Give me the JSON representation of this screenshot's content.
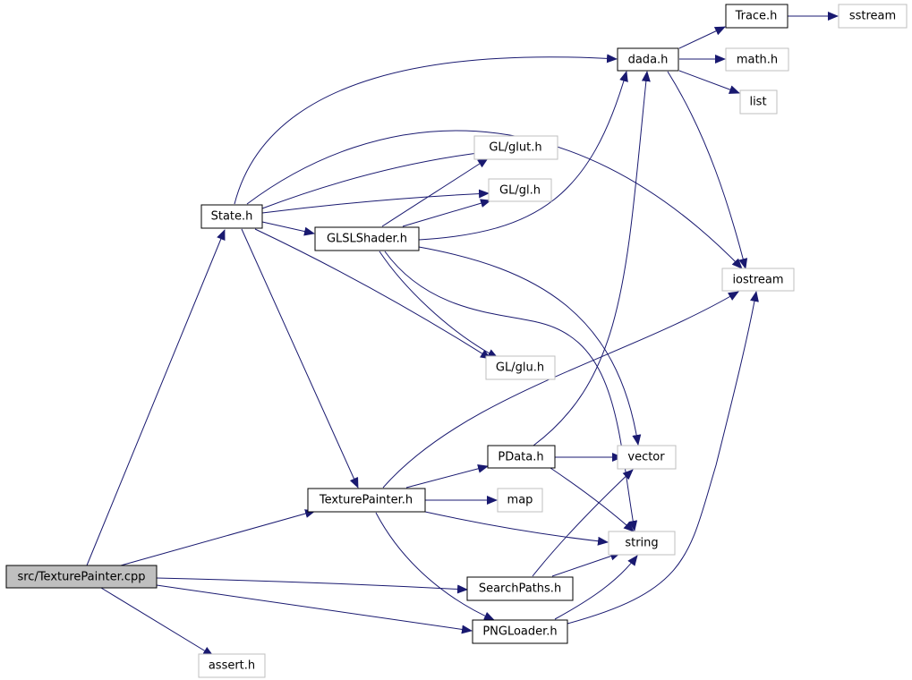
{
  "colors": {
    "edge": "#191970",
    "root_fill": "#bfbfbf",
    "local_border": "#000000",
    "external_border": "#bfbfbf"
  },
  "nodes": {
    "root": "src/TexturePainter.cpp",
    "state": "State.h",
    "dada": "dada.h",
    "trace": "Trace.h",
    "sstream": "sstream",
    "math": "math.h",
    "list": "list",
    "glut": "GL/glut.h",
    "gl": "GL/gl.h",
    "glsl": "GLSLShader.h",
    "iostream": "iostream",
    "glu": "GL/glu.h",
    "pdata": "PData.h",
    "vector": "vector",
    "texturepainter": "TexturePainter.h",
    "map": "map",
    "string": "string",
    "searchpaths": "SearchPaths.h",
    "pngloader": "PNGLoader.h",
    "assert": "assert.h"
  }
}
